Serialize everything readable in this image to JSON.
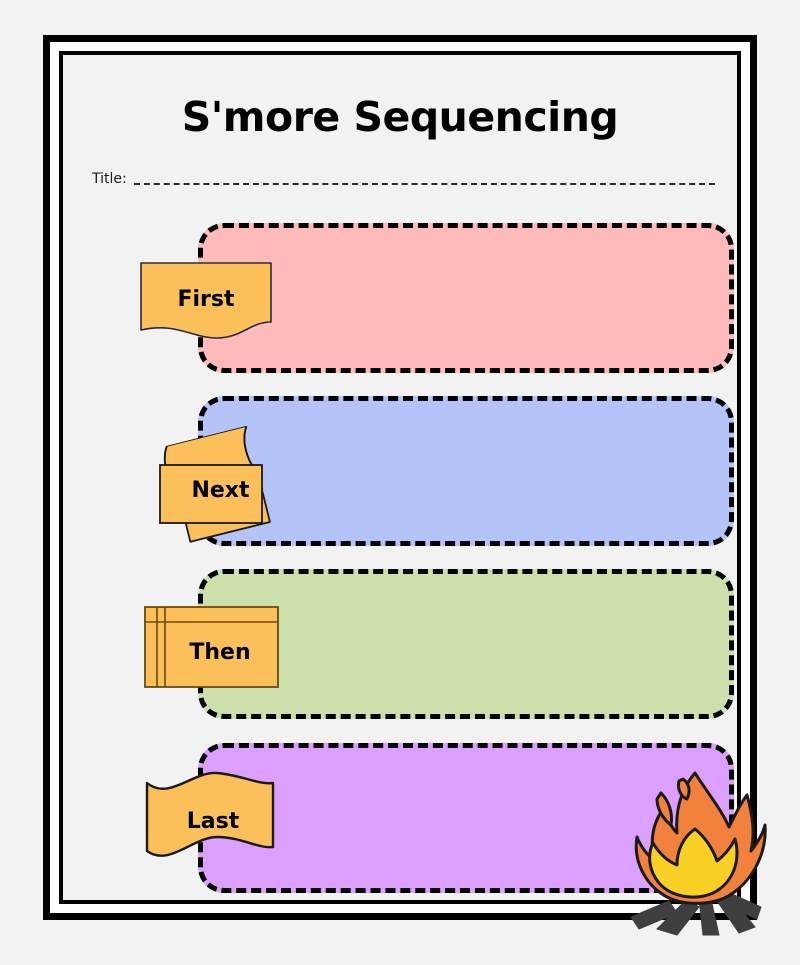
{
  "page": {
    "title": "S'more Sequencing",
    "background_color": "#f2f2f2",
    "frame_color": "#000000",
    "paper_color": "#f2f2f2"
  },
  "title_field": {
    "label": "Title:",
    "value": "",
    "placeholder": "",
    "line_style": "dashed"
  },
  "sequence": {
    "steps": [
      {
        "label": "First",
        "order": 1,
        "panel_color": "#ffbbbb",
        "label_color": "#fbc05a",
        "label_shape": "flag-wavy-bottom",
        "answer": ""
      },
      {
        "label": "Next",
        "order": 2,
        "panel_color": "#b4c4f8",
        "label_color": "#fbc05a",
        "label_shape": "scroll-rotated",
        "answer": ""
      },
      {
        "label": "Then",
        "order": 3,
        "panel_color": "#cce0ac",
        "label_color": "#fbc05a",
        "label_shape": "book-spine",
        "answer": ""
      },
      {
        "label": "Last",
        "order": 4,
        "panel_color": "#dba0fd",
        "label_color": "#fbc05a",
        "label_shape": "ribbon-wavy",
        "answer": ""
      }
    ]
  },
  "decoration": {
    "campfire": {
      "name": "campfire-illustration",
      "flame_outer_color": "#f2813d",
      "flame_inner_color": "#fbd024",
      "log_color": "#3f3f3f",
      "outline_color": "#1a1a1a"
    }
  },
  "colors": {
    "orange_label": "#fbc05a",
    "outline": "#000000",
    "text": "#000000"
  }
}
